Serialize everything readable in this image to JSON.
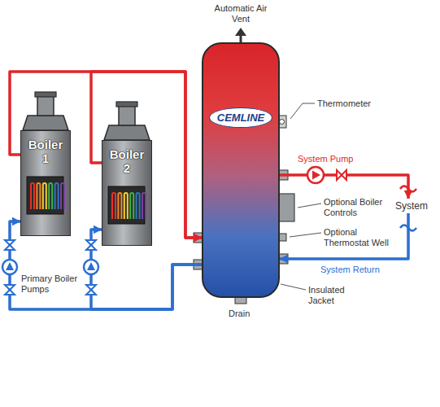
{
  "diagram": {
    "nodes": [
      {
        "text": [
          "Boiler 1"
        ]
      },
      {
        "text": [
          "Boiler 2"
        ]
      },
      {
        "text": [
          "CEMLINE"
        ]
      },
      {
        "text": [
          "System"
        ]
      }
    ],
    "edges": [
      {
        "from": 0,
        "to": 2,
        "arrow": "to"
      },
      {
        "from": 1,
        "to": 2,
        "arrow": "to"
      },
      {
        "from": 2,
        "to": 0,
        "arrow": "to"
      },
      {
        "from": 2,
        "to": 1,
        "arrow": "to"
      },
      {
        "from": 2,
        "to": 3,
        "arrow": "to",
        "label": "System Pump"
      },
      {
        "from": 3,
        "to": 2,
        "arrow": "to",
        "label": "System Return"
      }
    ],
    "labels": [
      "Automatic Air Vent",
      "Thermometer",
      "Optional Boiler Controls",
      "Optional Thermostat Well",
      "Insulated Jacket",
      "Drain",
      "Primary Boiler Pumps"
    ]
  }
}
